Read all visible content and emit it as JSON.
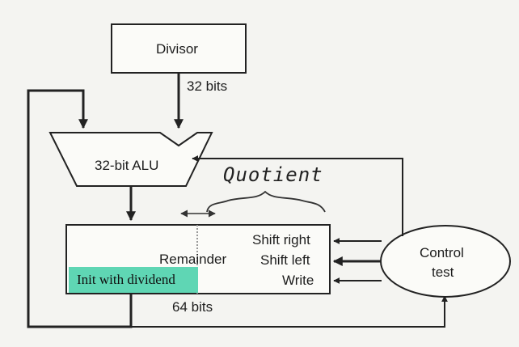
{
  "diagram": {
    "divisor_label": "Divisor",
    "divisor_width_label": "32 bits",
    "alu_label": "32-bit ALU",
    "quotient_label": "Quotient",
    "remainder_label": "Remainder",
    "remainder_width_label": "64 bits",
    "control_label_line1": "Control",
    "control_label_line2": "test",
    "control_signals": [
      "Shift right",
      "Shift left",
      "Write"
    ],
    "annotation": "Init with dividend"
  }
}
